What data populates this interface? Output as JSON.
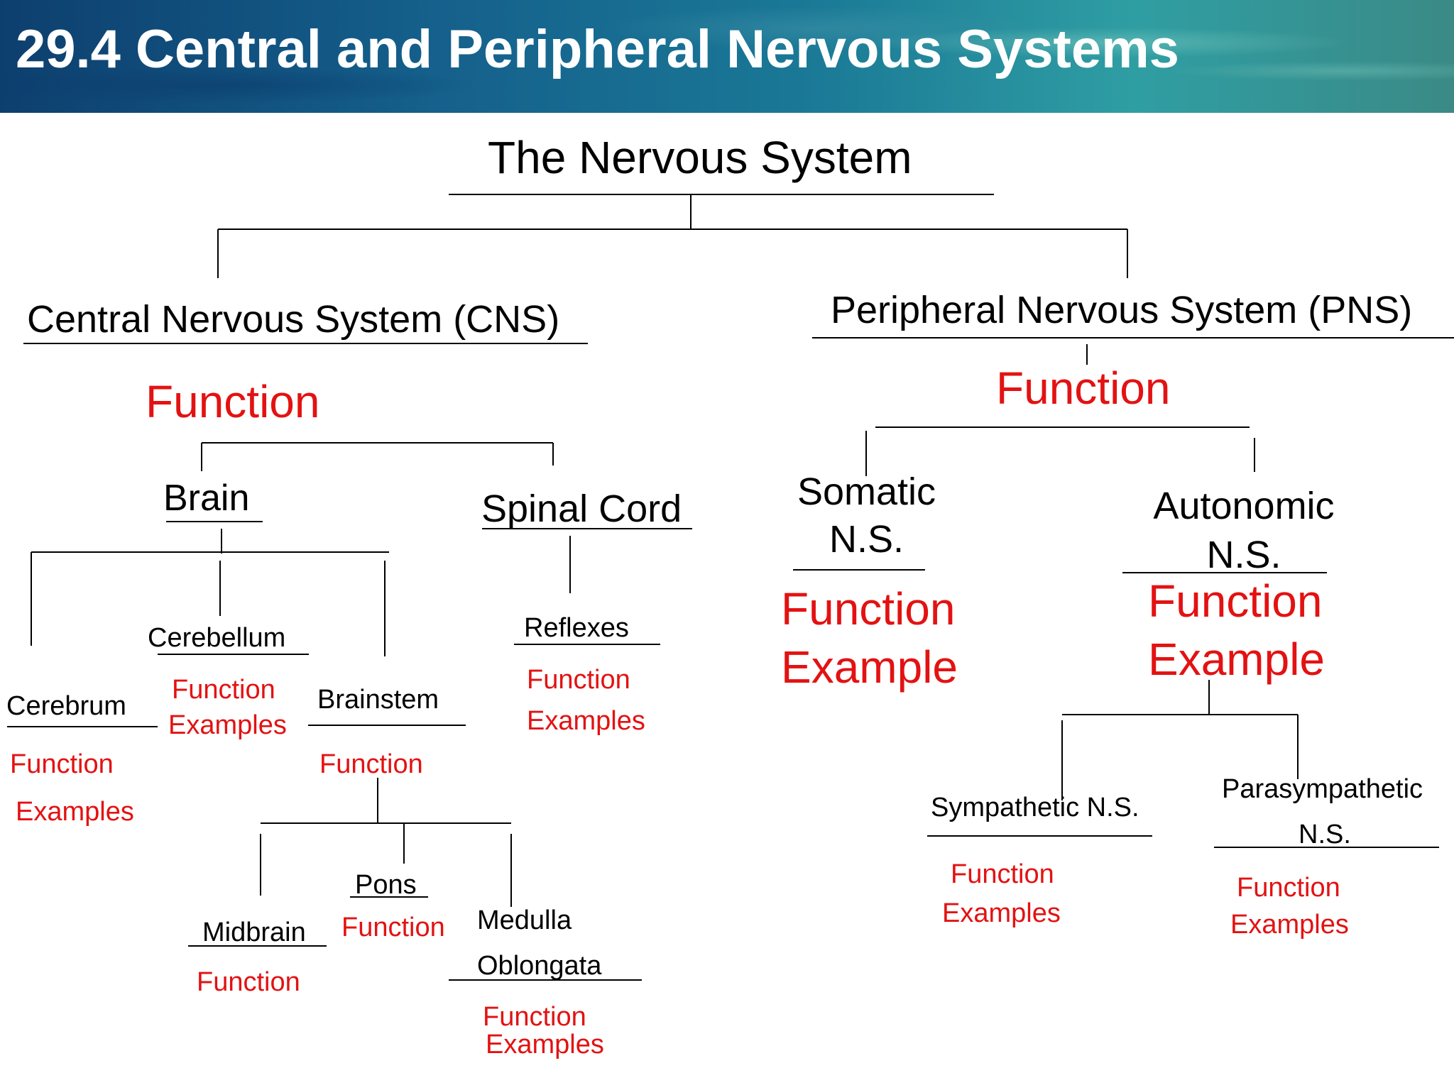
{
  "slide": {
    "title": "29.4 Central and Peripheral Nervous Systems"
  },
  "diagram": {
    "root": "The Nervous System",
    "cns": {
      "label": "Central Nervous System (CNS)",
      "function": "Function",
      "brain": {
        "label": "Brain",
        "cerebrum": {
          "label": "Cerebrum",
          "function": "Function",
          "examples": "Examples"
        },
        "cerebellum": {
          "label": "Cerebellum",
          "function": "Function",
          "examples": "Examples"
        },
        "brainstem": {
          "label": "Brainstem",
          "function": "Function",
          "midbrain": {
            "label": "Midbrain",
            "function": "Function"
          },
          "pons": {
            "label": "Pons",
            "function": "Function"
          },
          "medulla": {
            "label_line1": "Medulla",
            "label_line2": "Oblongata",
            "function": "Function",
            "examples": "Examples"
          }
        }
      },
      "spinal_cord": {
        "label": "Spinal Cord",
        "reflexes": {
          "label": "Reflexes",
          "function": "Function",
          "examples": "Examples"
        }
      }
    },
    "pns": {
      "label": "Peripheral Nervous System (PNS)",
      "function": "Function",
      "somatic": {
        "label_line1": "Somatic",
        "label_line2": "N.S.",
        "function": "Function",
        "example": "Example"
      },
      "autonomic": {
        "label_line1": "Autonomic",
        "label_line2": "N.S.",
        "function": "Function",
        "example": "Example",
        "sympathetic": {
          "label": "Sympathetic N.S.",
          "function": "Function",
          "examples": "Examples"
        },
        "parasympathetic": {
          "label_line1": "Parasympathetic",
          "label_line2": "N.S.",
          "function": "Function",
          "examples": "Examples"
        }
      }
    }
  },
  "colors": {
    "prompt_text": "#e31212",
    "label_text": "#000000",
    "connector": "#000000"
  }
}
